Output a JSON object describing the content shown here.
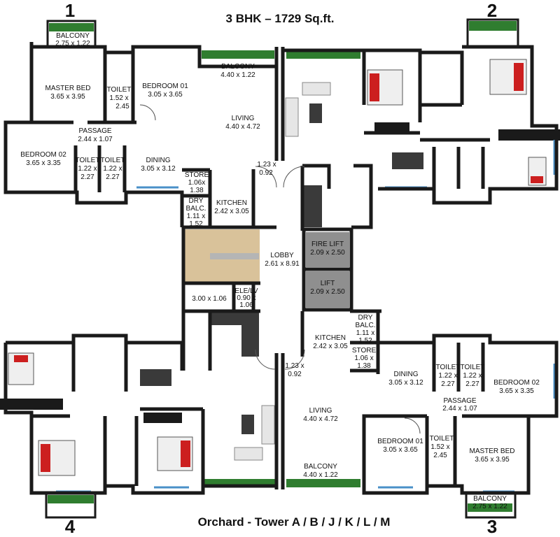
{
  "header": {
    "title": "3 BHK – 1729 Sq.ft."
  },
  "footer": {
    "caption": "Orchard -  Tower A / B / J / K /  L / M"
  },
  "flat_numbers": [
    "1",
    "2",
    "3",
    "4"
  ],
  "colors": {
    "wall": "#1a1a1a",
    "window": "#4a90c8",
    "stair": "#d9c29a",
    "lift": "#8f8f8f",
    "plant": "#2f7d2f",
    "bed": "#cc1f1f",
    "furniture": "#3a3a3a"
  },
  "flat1": {
    "balcony_top": [
      "BALCONY",
      "2.75 x 1.22"
    ],
    "master_bed": [
      "MASTER BED",
      "3.65 x 3.95"
    ],
    "toilet": [
      "TOILET",
      "1.52 x",
      "2.45"
    ],
    "bedroom01": [
      "BEDROOM 01",
      "3.05 x 3.65"
    ],
    "balcony_living": [
      "BALCONY",
      "4.40 x 1.22"
    ],
    "living": [
      "LIVING",
      "4.40 x 4.72"
    ],
    "passage": [
      "PASSAGE",
      "2.44 x 1.07"
    ],
    "bedroom02": [
      "BEDROOM 02",
      "3.65 x 3.35"
    ],
    "toilet_a": [
      "TOILET",
      "1.22 x",
      "2.27"
    ],
    "toilet_b": [
      "TOILET",
      "1.22 x",
      "2.27"
    ],
    "dining": [
      "DINING",
      "3.05 x 3.12"
    ],
    "store": [
      "STORE",
      "1.06x",
      "1.38"
    ],
    "dry_balcony": [
      "DRY",
      "BALC.",
      "1.11 x",
      "1.52"
    ],
    "kitchen": [
      "KITCHEN",
      "2.42 x 3.05"
    ],
    "entry": [
      "1.23 x",
      "0.92"
    ]
  },
  "core": {
    "lobby": [
      "LOBBY",
      "2.61 x 8.91"
    ],
    "fire_lift": [
      "FIRE LIFT",
      "2.09 x 2.50"
    ],
    "lift": [
      "LIFT",
      "2.09 x 2.50"
    ],
    "shaft": [
      "3.00 x 1.06"
    ],
    "ele_lv": [
      "ELE/LV",
      "0.90 x",
      "1.06"
    ]
  },
  "flat3": {
    "kitchen": [
      "KITCHEN",
      "2.42 x 3.05"
    ],
    "dry_balcony": [
      "DRY",
      "BALC.",
      "1.11 x",
      "1.52"
    ],
    "store": [
      "STORE",
      "1.06 x",
      "1.38"
    ],
    "entry": [
      "1.23 x",
      "0.92"
    ],
    "dining": [
      "DINING",
      "3.05 x 3.12"
    ],
    "toilet_a": [
      "TOILET",
      "1.22 x",
      "2.27"
    ],
    "toilet_b": [
      "TOILET",
      "1.22 x",
      "2.27"
    ],
    "bedroom02": [
      "BEDROOM 02",
      "3.65 x 3.35"
    ],
    "passage": [
      "PASSAGE",
      "2.44 x 1.07"
    ],
    "living": [
      "LIVING",
      "4.40 x 4.72"
    ],
    "bedroom01": [
      "BEDROOM 01",
      "3.05 x 3.65"
    ],
    "toilet": [
      "TOILET",
      "1.52 x",
      "2.45"
    ],
    "master_bed": [
      "MASTER BED",
      "3.65 x 3.95"
    ],
    "balcony_living": [
      "BALCONY",
      "4.40 x 1.22"
    ],
    "balcony_bottom": [
      "BALCONY",
      "2.75 x 1.22"
    ]
  }
}
